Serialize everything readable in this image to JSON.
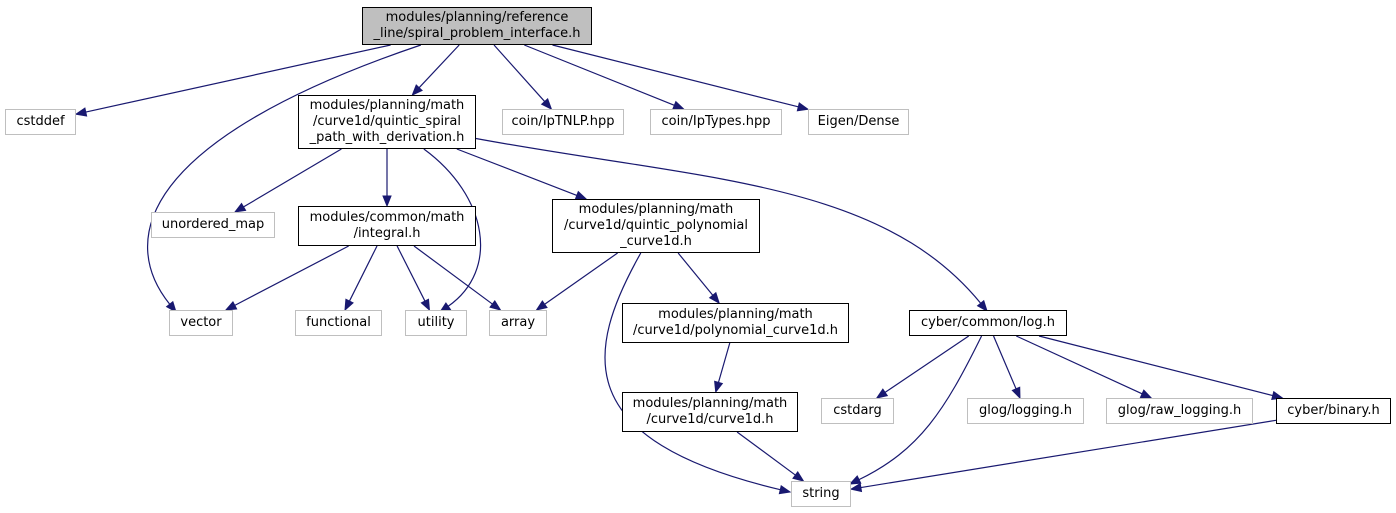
{
  "diagram": {
    "edge_color": "#191970",
    "root_fill": "#bfbfbf",
    "external_border": "#bfbfbf",
    "nodes": {
      "root": {
        "label": "modules/planning/reference\n_line/spiral_problem_interface.h",
        "kind": "root"
      },
      "cstddef": {
        "label": "cstddef",
        "kind": "external"
      },
      "quintic_spiral": {
        "label": "modules/planning/math\n/curve1d/quintic_spiral\n_path_with_derivation.h",
        "kind": "internal"
      },
      "iptnlp": {
        "label": "coin/IpTNLP.hpp",
        "kind": "external"
      },
      "iptypes": {
        "label": "coin/IpTypes.hpp",
        "kind": "external"
      },
      "eigen": {
        "label": "Eigen/Dense",
        "kind": "external"
      },
      "unordered_map": {
        "label": "unordered_map",
        "kind": "external"
      },
      "integral": {
        "label": "modules/common/math\n/integral.h",
        "kind": "internal"
      },
      "quintic_poly": {
        "label": "modules/planning/math\n/curve1d/quintic_polynomial\n_curve1d.h",
        "kind": "internal"
      },
      "vector": {
        "label": "vector",
        "kind": "external"
      },
      "functional": {
        "label": "functional",
        "kind": "external"
      },
      "utility": {
        "label": "utility",
        "kind": "external"
      },
      "array": {
        "label": "array",
        "kind": "external"
      },
      "poly_curve": {
        "label": "modules/planning/math\n/curve1d/polynomial_curve1d.h",
        "kind": "internal"
      },
      "log": {
        "label": "cyber/common/log.h",
        "kind": "internal"
      },
      "curve1d": {
        "label": "modules/planning/math\n/curve1d/curve1d.h",
        "kind": "internal"
      },
      "cstdarg": {
        "label": "cstdarg",
        "kind": "external"
      },
      "glog_logging": {
        "label": "glog/logging.h",
        "kind": "external"
      },
      "glog_raw": {
        "label": "glog/raw_logging.h",
        "kind": "external"
      },
      "binary": {
        "label": "cyber/binary.h",
        "kind": "internal"
      },
      "string": {
        "label": "string",
        "kind": "external"
      }
    },
    "edges": [
      [
        "root",
        "cstddef"
      ],
      [
        "root",
        "vector"
      ],
      [
        "root",
        "quintic_spiral"
      ],
      [
        "root",
        "iptnlp"
      ],
      [
        "root",
        "iptypes"
      ],
      [
        "root",
        "eigen"
      ],
      [
        "quintic_spiral",
        "unordered_map"
      ],
      [
        "quintic_spiral",
        "integral"
      ],
      [
        "quintic_spiral",
        "utility"
      ],
      [
        "quintic_spiral",
        "quintic_poly"
      ],
      [
        "quintic_spiral",
        "log"
      ],
      [
        "integral",
        "vector"
      ],
      [
        "integral",
        "functional"
      ],
      [
        "integral",
        "utility"
      ],
      [
        "integral",
        "array"
      ],
      [
        "quintic_poly",
        "array"
      ],
      [
        "quintic_poly",
        "poly_curve"
      ],
      [
        "quintic_poly",
        "string"
      ],
      [
        "poly_curve",
        "curve1d"
      ],
      [
        "curve1d",
        "string"
      ],
      [
        "log",
        "cstdarg"
      ],
      [
        "log",
        "string"
      ],
      [
        "log",
        "glog_logging"
      ],
      [
        "log",
        "glog_raw"
      ],
      [
        "log",
        "binary"
      ],
      [
        "binary",
        "string"
      ]
    ]
  }
}
